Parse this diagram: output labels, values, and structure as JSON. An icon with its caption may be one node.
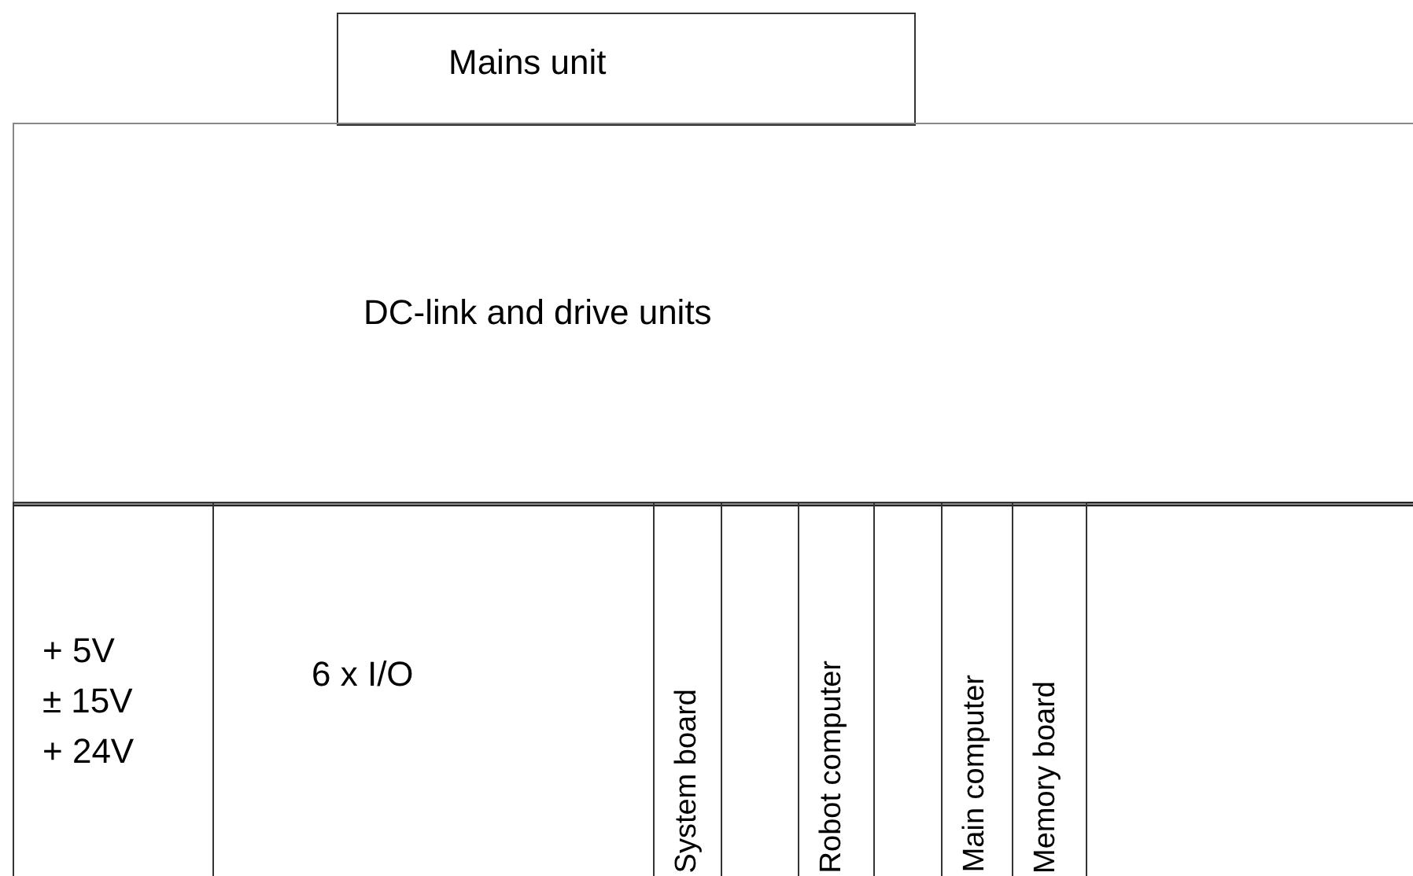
{
  "diagram": {
    "nodes": [
      {
        "text": [
          "Mains unit"
        ]
      },
      {
        "text": [
          "DC-link and drive units"
        ]
      },
      {
        "text": [
          "+ 5V",
          "± 15V",
          "+ 24V"
        ]
      },
      {
        "text": [
          "6 x I/O"
        ]
      },
      {
        "text": [
          "System board"
        ]
      },
      {
        "text": [],
        "shape": "box"
      },
      {
        "text": [
          "Robot computer"
        ]
      },
      {
        "text": [],
        "shape": "box"
      },
      {
        "text": [
          "Main computer"
        ]
      },
      {
        "text": [
          "Memory board"
        ]
      }
    ]
  }
}
